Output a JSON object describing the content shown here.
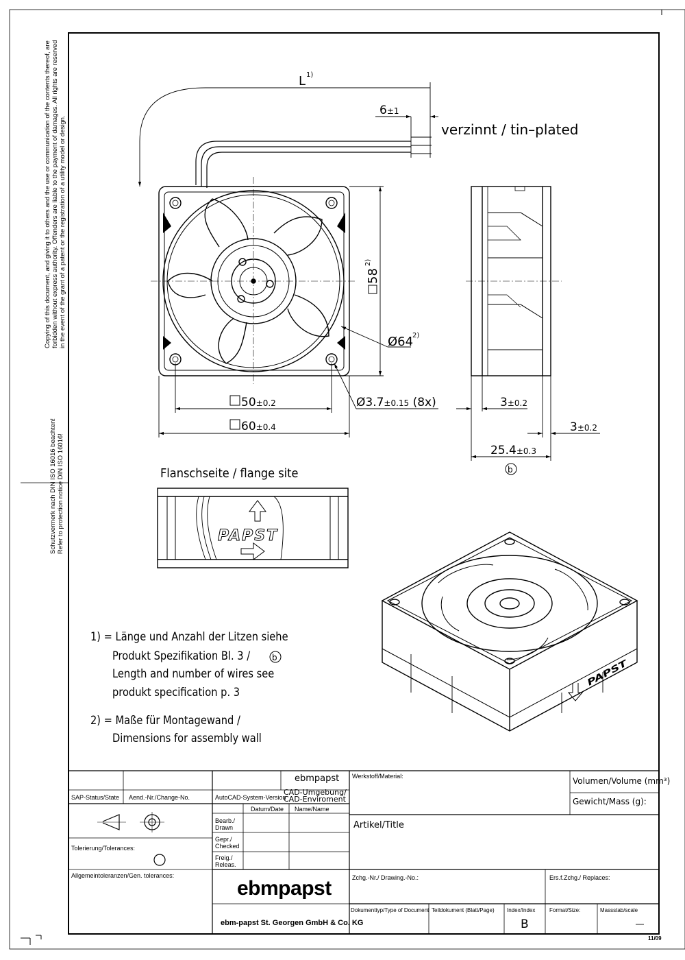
{
  "side_notes": {
    "copyright": [
      "Copying of this document, and giving it to others and the use or communication of the contents thereof, are",
      "forbidden without express authority. Offenders are liable to the payment of damages. All rights are reserved",
      "in the event of the grant of a patent or the registration of a utility model or design."
    ],
    "protection": [
      "Schutzvermerk nach DIN ISO 16016 beachten!",
      "Refer to protection notice DIN ISO 16016!"
    ]
  },
  "dimensions": {
    "cable_length": "L",
    "cable_length_note": "1)",
    "strip_length": "6",
    "strip_tol": "±1",
    "tin_plated": "verzinnt  /  tin–plated",
    "outer_square": "58",
    "outer_square_note": "2)",
    "diameter": "Ø64",
    "diameter_note": "2)",
    "hole_pitch": "50",
    "hole_pitch_tol": "±0.2",
    "frame": "60",
    "frame_tol": "±0.4",
    "hole_dia": "Ø3.7",
    "hole_dia_tol": "±0.15",
    "hole_count": " (8x)",
    "flange_thk1": "3",
    "flange_thk1_tol": "±0.2",
    "flange_thk2": "3",
    "flange_thk2_tol": "±0.2",
    "depth": "25.4",
    "depth_tol": "±0.3",
    "depth_ref": "b"
  },
  "views": {
    "flange_side": "Flanschseite / flange site",
    "logo": "PAPST"
  },
  "notes": [
    "1) = Länge und Anzahl der Litzen siehe",
    "Produkt Spezifikation Bl. 3 / ",
    "Length and number of wires  see",
    "produkt specification p. 3",
    "2) = Maße für Montagewand /",
    "Dimensions for assembly wall"
  ],
  "note_ref": "b",
  "title_block": {
    "brand_small": "ebmpapst",
    "sap_status": "SAP-Status/State",
    "change_no": "Aend.-Nr./Change-No.",
    "autocad_version": "AutoCAD-System-Version",
    "cad_env_1": "CAD-Umgebung/",
    "cad_env_2": "CAD-Enviroment",
    "date": "Datum/Date",
    "name": "Name/Name",
    "material": "Werkstoff/Material:",
    "volume": "Volumen/Volume (mm³)",
    "mass": "Gewicht/Mass (g):",
    "drawn_1": "Bearb./",
    "drawn_2": "Drawn",
    "checked_1": "Gepr./",
    "checked_2": "Checked",
    "released_1": "Freig./",
    "released_2": "Releas.",
    "tolerances": "Tolerierung/Tolerances:",
    "gen_tolerances": "Allgemeintoleranzen/Gen. tolerances:",
    "title": "Artikel/Title",
    "brand_large": "ebmpapst",
    "company": "ebm-papst St. Georgen GmbH & Co. KG",
    "drawing_no": "Zchg.-Nr./ Drawing.-No.:",
    "replaces": "Ers.f.Zchg./ Replaces:",
    "doc_type": "Dokumenttyp/Type of Document",
    "sub_doc": "Teildokument (Blatt/Page)",
    "index_label": "Index/Index",
    "index_value": "B",
    "format": "Format/Size:",
    "scale": "Massstab/scale",
    "scale_value": "—",
    "sheet_date": "11/09"
  }
}
